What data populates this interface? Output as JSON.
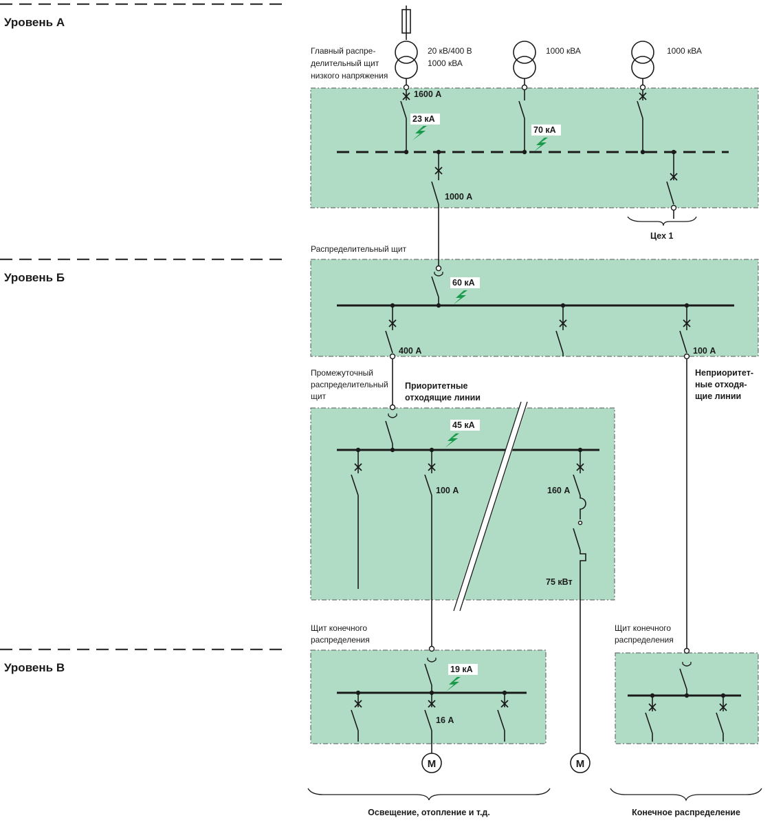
{
  "levels": {
    "a": "Уровень А",
    "b": "Уровень Б",
    "v": "Уровень В"
  },
  "panels": {
    "main_board": [
      "Главный распре-",
      "делительный щит",
      "низкого напряжения"
    ],
    "distribution_board": "Распределительный щит",
    "intermediate_board": [
      "Промежуточный",
      "распределительный",
      "щит"
    ],
    "final_board_left": [
      "Щит конечного",
      "распределения"
    ],
    "final_board_right": [
      "Щит конечного",
      "распределения"
    ]
  },
  "transformers": {
    "t1_rating": [
      "20 кВ/400 В",
      "1000 кВА"
    ],
    "t2_rating": "1000 кВА",
    "t3_rating": "1000 кВА"
  },
  "currents": {
    "main_incomer": "1600 А",
    "main_outgoing": "1000 А",
    "dist_left": "400 А",
    "dist_right": "100 А",
    "inter_feeder": "100 А",
    "inter_motor": "160 А",
    "final_feeder": "16 А"
  },
  "fault_currents": {
    "level_a_1": "23 кА",
    "level_a_2": "70 кА",
    "level_b": "60 кА",
    "intermediate": "45 кА",
    "final": "19 кА"
  },
  "labels": {
    "workshop": "Цех 1",
    "priority_lines": [
      "Приоритетные",
      "отходящие линии"
    ],
    "nonpriority_lines": [
      "Неприоритет-",
      "ные отходя-",
      "щие линии"
    ],
    "motor_power": "75 кВт",
    "motor_symbol": "M",
    "lighting": "Освещение, отопление и т.д.",
    "final_distribution": "Конечное распределение"
  },
  "colors": {
    "panel_fill": "#b0dcc6",
    "fault_bolt": "#1a9a4a"
  },
  "icons": {
    "fault": "lightning-bolt-icon",
    "transformer": "transformer-icon",
    "motor": "motor-icon",
    "fuse": "fuse-icon"
  }
}
